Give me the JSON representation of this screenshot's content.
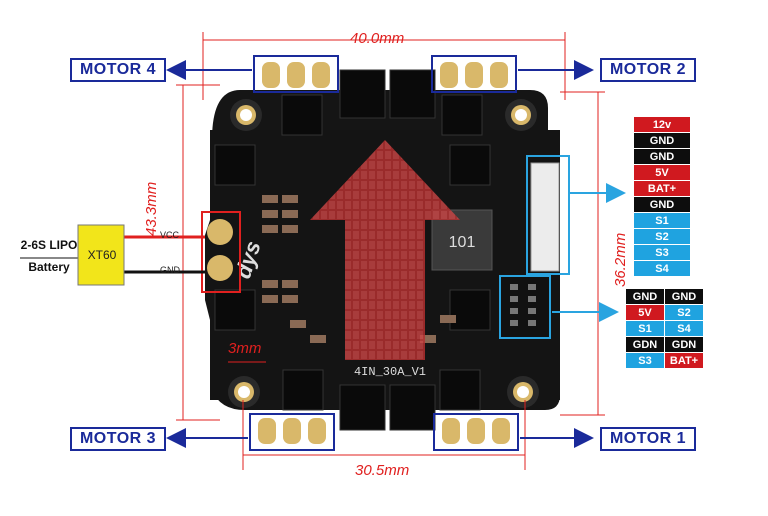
{
  "dimensions": {
    "top": "40.0mm",
    "left": "43.3mm",
    "right": "36.2mm",
    "bottom": "30.5mm",
    "small": "3mm"
  },
  "motors": {
    "m1": "MOTOR 1",
    "m2": "MOTOR 2",
    "m3": "MOTOR 3",
    "m4": "MOTOR 4"
  },
  "power": {
    "battery_line1": "2-6S LIPO",
    "battery_line2": "Battery",
    "connector": "XT60",
    "vcc": "VCC",
    "gnd": "GND"
  },
  "board": {
    "silk_text": "4IN_30A_V1",
    "brand": "dys"
  },
  "pinout_main": [
    {
      "label": "12v",
      "color": "#d0191f"
    },
    {
      "label": "GND",
      "color": "#0d0d0d"
    },
    {
      "label": "GND",
      "color": "#0d0d0d"
    },
    {
      "label": "5V",
      "color": "#d0191f"
    },
    {
      "label": "BAT+",
      "color": "#d0191f"
    },
    {
      "label": "GND",
      "color": "#0d0d0d"
    },
    {
      "label": "S1",
      "color": "#1fa3e0"
    },
    {
      "label": "S2",
      "color": "#1fa3e0"
    },
    {
      "label": "S3",
      "color": "#1fa3e0"
    },
    {
      "label": "S4",
      "color": "#1fa3e0"
    }
  ],
  "pinout_header": [
    [
      {
        "label": "GND",
        "color": "#0d0d0d"
      },
      {
        "label": "GND",
        "color": "#0d0d0d"
      }
    ],
    [
      {
        "label": "5V",
        "color": "#d0191f"
      },
      {
        "label": "S2",
        "color": "#1fa3e0"
      }
    ],
    [
      {
        "label": "S1",
        "color": "#1fa3e0"
      },
      {
        "label": "S4",
        "color": "#1fa3e0"
      }
    ],
    [
      {
        "label": "GDN",
        "color": "#0d0d0d"
      },
      {
        "label": "GDN",
        "color": "#0d0d0d"
      }
    ],
    [
      {
        "label": "S3",
        "color": "#1fa3e0"
      },
      {
        "label": "BAT+",
        "color": "#d0191f"
      }
    ]
  ],
  "colors": {
    "motor_blue": "#1a2a9a",
    "dimension_red": "#e0201f",
    "callout_blue": "#2aa4e0",
    "board": "#151515",
    "connector_yellow": "#f2e51a"
  }
}
